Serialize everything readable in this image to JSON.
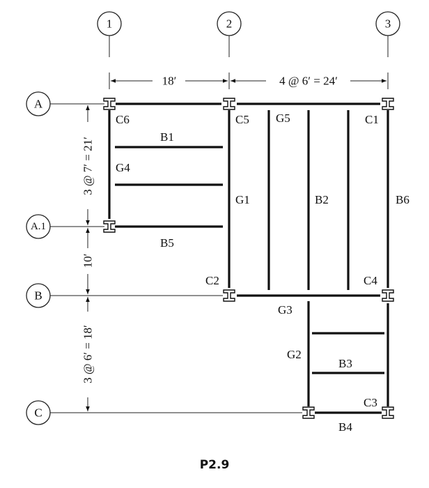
{
  "grid": {
    "col_1": "1",
    "col_2": "2",
    "col_3": "3",
    "row_A": "A",
    "row_A1": "A.1",
    "row_B": "B",
    "row_C": "C"
  },
  "dimensions": {
    "top_bay_1": "18′",
    "top_bays_2_3": "4 @ 6′ = 24′",
    "left_A_A1": "3 @ 7′ = 21′",
    "left_A1_B": "10′",
    "left_B_C": "3 @ 6′ = 18′"
  },
  "columns": {
    "c1": "C1",
    "c2": "C2",
    "c3": "C3",
    "c4": "C4",
    "c5": "C5",
    "c6": "C6"
  },
  "members": {
    "b1": "B1",
    "b2": "B2",
    "b3": "B3",
    "b4": "B4",
    "b5": "B5",
    "b6": "B6",
    "g1": "G1",
    "g2": "G2",
    "g3": "G3",
    "g4": "G4",
    "g5": "G5"
  },
  "figure_label": "P2.9"
}
